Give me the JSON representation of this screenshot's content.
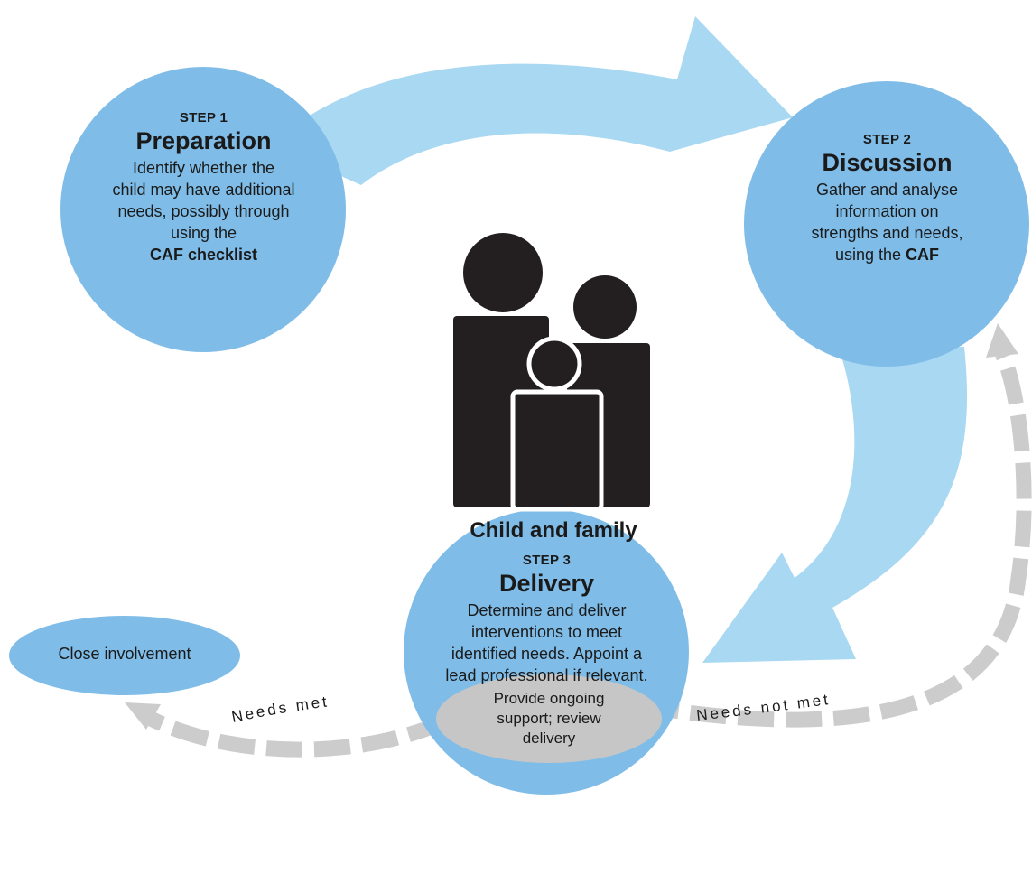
{
  "colors": {
    "circle": "#7fbde8",
    "arrow": "#a8d8f2",
    "dashed": "#cccccc",
    "icon": "#231f20",
    "support": "#c6c6c6"
  },
  "step1": {
    "label": "STEP 1",
    "title": "Preparation",
    "desc_lines": [
      "Identify whether the",
      "child may have additional",
      "needs, possibly through",
      "using the"
    ],
    "desc_bold": "CAF checklist"
  },
  "step2": {
    "label": "STEP 2",
    "title": "Discussion",
    "desc_lines": [
      "Gather and analyse",
      "information on",
      "strengths and needs,"
    ],
    "desc_last_prefix": "using the ",
    "desc_last_bold": "CAF"
  },
  "step3": {
    "label": "STEP 3",
    "title": "Delivery",
    "desc_lines": [
      "Determine and deliver",
      "interventions to meet",
      "identified needs. Appoint a",
      "lead professional if relevant."
    ]
  },
  "center": {
    "label": "Child and family",
    "icon": "family-icon"
  },
  "close": {
    "label": "Close involvement"
  },
  "support": {
    "lines": [
      "Provide ongoing",
      "support; review",
      "delivery"
    ]
  },
  "loop_labels": {
    "needs_met": "Needs met",
    "needs_not_met": "Needs not met"
  }
}
